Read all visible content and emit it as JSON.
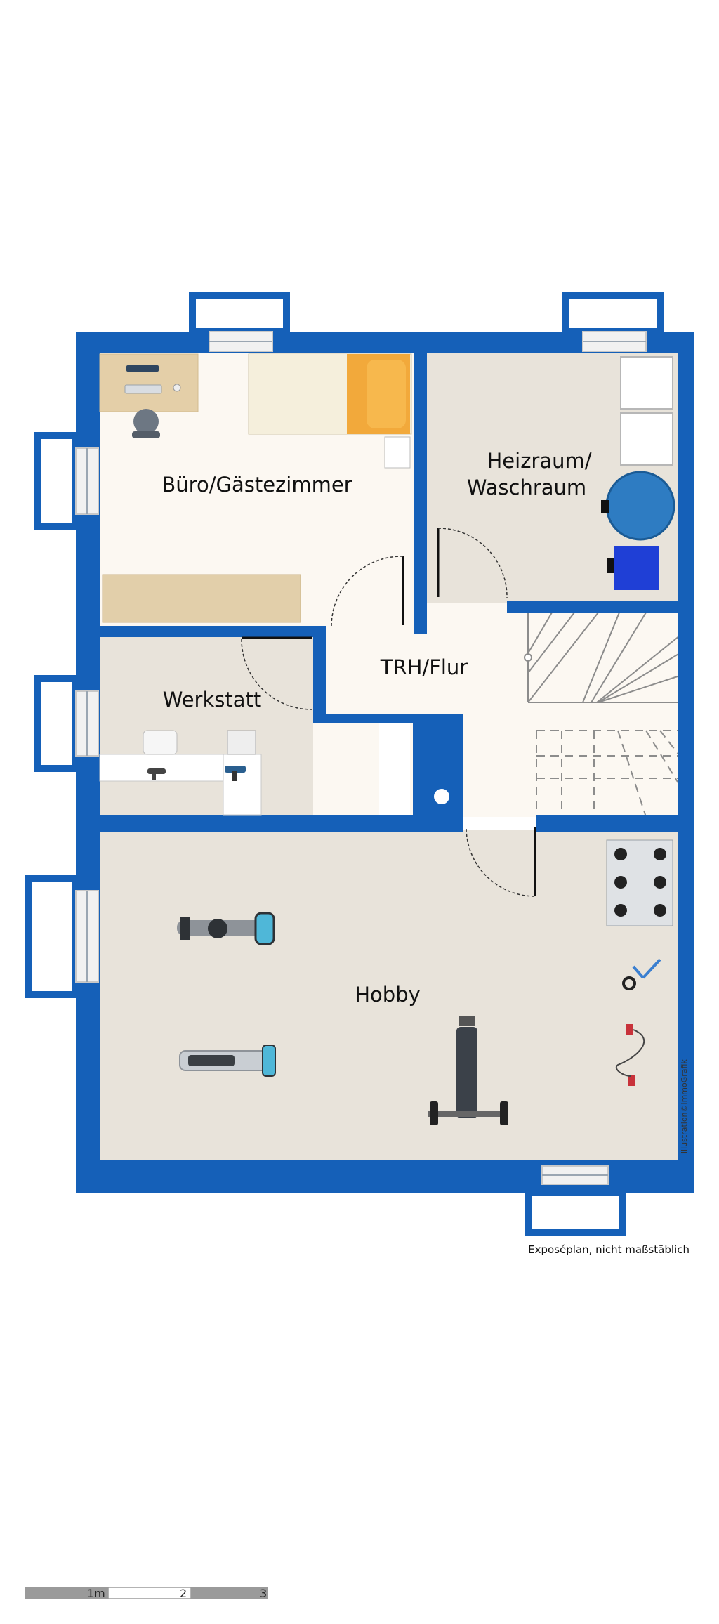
{
  "rooms": {
    "office": "Büro/Gästezimmer",
    "heating_line1": "Heizraum/",
    "heating_line2": "Waschraum",
    "hall": "TRH/Flur",
    "workshop": "Werkstatt",
    "hobby": "Hobby"
  },
  "notes": {
    "disclaimer": "Exposéplan, nicht maßstäblich",
    "credit": "illustration©immoGrafik"
  },
  "scale_bar": {
    "label_1": "1m",
    "label_2": "2",
    "label_3": "3"
  },
  "colors": {
    "wall": "#1560b8",
    "floor_office": "#fcf8f2",
    "floor_utility": "#e8e3da",
    "floor_hall": "#fcf8f2",
    "stair_line": "#8c8c8c"
  }
}
